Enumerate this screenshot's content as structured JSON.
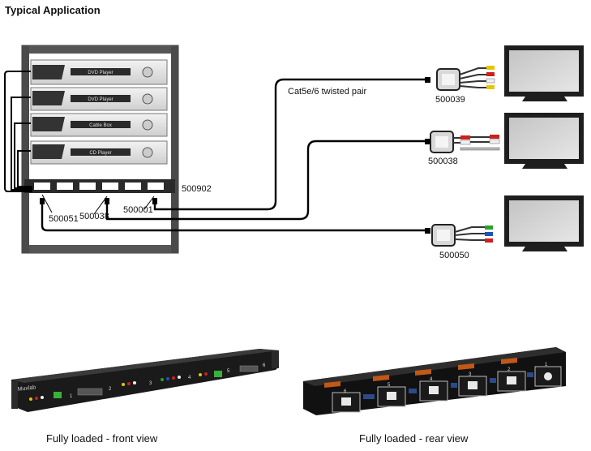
{
  "heading": "Typical Application",
  "rack": {
    "devices": [
      {
        "name": "DVD Player"
      },
      {
        "name": "DVD Player"
      },
      {
        "name": "Cable Box"
      },
      {
        "name": "CD Player"
      }
    ],
    "panel_part": "500902",
    "module_labels": [
      "500051",
      "500038",
      "500001"
    ]
  },
  "cable_label": "Cat5e/6 twisted pair",
  "receivers": [
    {
      "part": "500039"
    },
    {
      "part": "500038"
    },
    {
      "part": "500050"
    }
  ],
  "photos": {
    "front_caption": "Fully loaded - front view",
    "rear_caption": "Fully loaded - rear view",
    "front_brand": "Muxlab",
    "front_slots": [
      "1",
      "2",
      "3",
      "4",
      "5",
      "6"
    ],
    "rear_slots": [
      "6",
      "5",
      "4",
      "3",
      "2",
      "1"
    ]
  },
  "colors": {
    "rack": "#4a4a4a",
    "device": "#e4e4e4",
    "cable": "#000000",
    "panel": "#2a2a2a",
    "rca_yellow": "#e8c400",
    "rca_red": "#cc2020",
    "rca_white": "#f0f0f0",
    "comp_green": "#2aa02a",
    "comp_blue": "#2050c0"
  }
}
